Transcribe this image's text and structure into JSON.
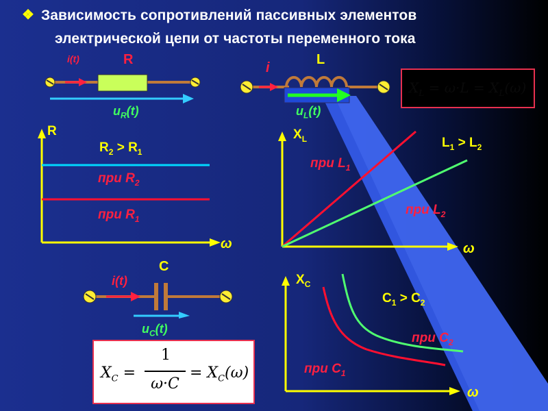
{
  "title": {
    "line1": "Зависимость сопротивлений пассивных элементов",
    "line2": "электрической цепи от частоты переменного тока"
  },
  "resistor": {
    "current_label": "i(t)",
    "element_label": "R",
    "voltage_label": "u",
    "voltage_sub": "R",
    "voltage_arg": "(t)"
  },
  "inductor": {
    "current_label": "i",
    "element_label": "L",
    "voltage_label": "u",
    "voltage_sub": "L",
    "voltage_arg": "(t)",
    "formula_lhs": "X",
    "formula_lhs_sub": "L",
    "formula_rhs": "= ω·L = X",
    "formula_rhs_sub": "L",
    "formula_rhs_arg": "(ω)"
  },
  "capacitor": {
    "current_label": "i(t)",
    "element_label": "C",
    "voltage_label": "u",
    "voltage_sub": "C",
    "voltage_arg": "(t)",
    "formula_lhs": "X",
    "formula_lhs_sub": "C",
    "formula_num": "1",
    "formula_den": "ω·C",
    "formula_rhs": "= X",
    "formula_rhs_sub": "C",
    "formula_rhs_arg": "(ω)"
  },
  "graph_R": {
    "y_axis": "R",
    "x_axis": "ω",
    "relation": "R",
    "relation_sub1": "2",
    "relation_op": " > R",
    "relation_sub2": "1",
    "series": [
      {
        "name": "при R",
        "sub": "2",
        "color": "#00d8ff"
      },
      {
        "name": "при R",
        "sub": "1",
        "color": "#ff1030"
      }
    ]
  },
  "graph_XL": {
    "y_axis": "X",
    "y_axis_sub": "L",
    "x_axis": "ω",
    "relation": "L",
    "relation_sub1": "1",
    "relation_op": " > L",
    "relation_sub2": "2",
    "series": [
      {
        "name": "при L",
        "sub": "1",
        "color": "#ff1030"
      },
      {
        "name": "при L",
        "sub": "2",
        "color": "#50ff70"
      }
    ]
  },
  "graph_XC": {
    "y_axis": "X",
    "y_axis_sub": "C",
    "x_axis": "ω",
    "relation": "C",
    "relation_sub1": "1",
    "relation_op": " > C",
    "relation_sub2": "2",
    "series": [
      {
        "name": "при C",
        "sub": "1",
        "color": "#ff1030"
      },
      {
        "name": "при C",
        "sub": "2",
        "color": "#50ff70"
      }
    ]
  },
  "colors": {
    "axis": "#ffff00",
    "wire": "#c07a3a",
    "current_arrow": "#ff2040",
    "voltage_arrow_R": "#33ccff",
    "voltage_arrow_L": "#22ff22",
    "voltage_arrow_C": "#33ccff",
    "box_border": "#e8304f"
  },
  "icons": {
    "bullet": "diamond-bullet-icon",
    "terminal": "terminal-screw-icon"
  }
}
